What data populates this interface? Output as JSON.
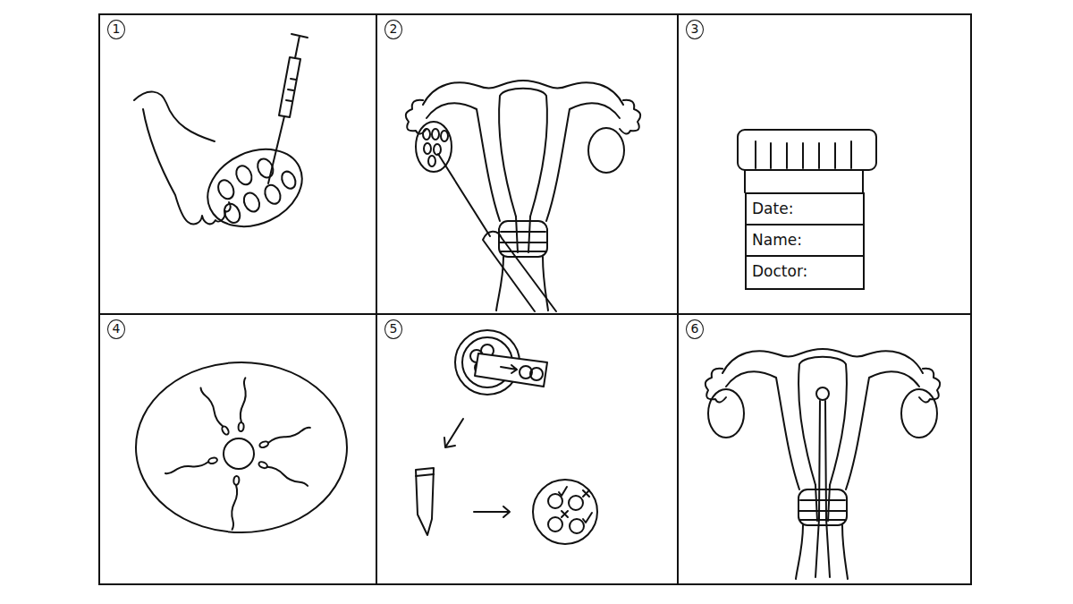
{
  "diagram": {
    "nodes": [
      {
        "text": [
          "1"
        ]
      },
      {
        "text": [
          "2"
        ]
      },
      {
        "text": [
          "3"
        ]
      },
      {
        "text": [
          "Date:",
          "Name:",
          "Doctor:"
        ],
        "in": 2
      },
      {
        "text": [
          "4"
        ]
      },
      {
        "text": [
          "5"
        ]
      },
      {
        "text": [
          "6"
        ]
      }
    ]
  }
}
